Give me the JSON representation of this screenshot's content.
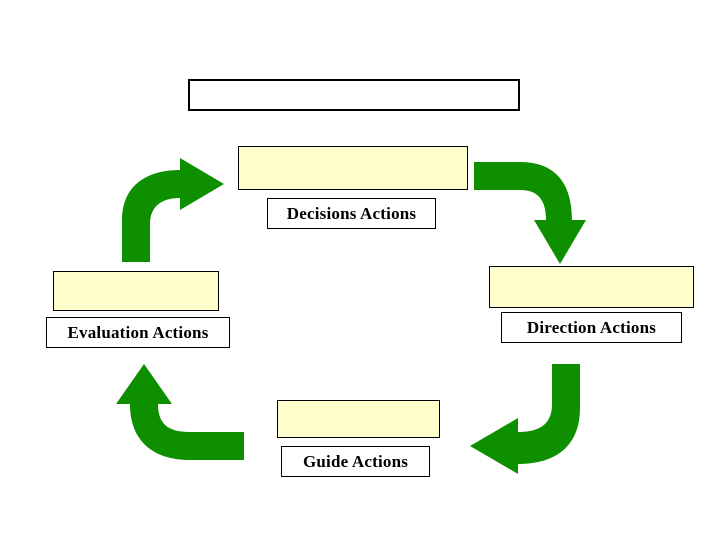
{
  "diagram": {
    "title_box": {
      "text": "",
      "name": "title-box"
    },
    "colors": {
      "arrow_green": "#0e8f00",
      "panel_yellow": "#ffffcc",
      "panel_border": "#000000",
      "label_background": "#ffffff",
      "text": "#000000",
      "canvas_background": "#ffffff"
    },
    "stages": [
      {
        "id": "decisions",
        "label": "Decisions Actions",
        "position": "top"
      },
      {
        "id": "direction",
        "label": "Direction Actions",
        "position": "right"
      },
      {
        "id": "guide",
        "label": "Guide Actions",
        "position": "bottom"
      },
      {
        "id": "evaluation",
        "label": "Evaluation Actions",
        "position": "left"
      }
    ],
    "arrows": [
      {
        "id": "evaluation-to-decisions",
        "icon": "curved-arrow-up-right-icon",
        "direction": "up-then-right",
        "from": "Evaluation Actions",
        "to": "Decisions Actions"
      },
      {
        "id": "decisions-to-direction",
        "icon": "curved-arrow-right-down-icon",
        "direction": "right-then-down",
        "from": "Decisions Actions",
        "to": "Direction Actions"
      },
      {
        "id": "direction-to-guide",
        "icon": "curved-arrow-down-left-icon",
        "direction": "down-then-left",
        "from": "Direction Actions",
        "to": "Guide Actions"
      },
      {
        "id": "guide-to-evaluation",
        "icon": "curved-arrow-left-up-icon",
        "direction": "left-then-up",
        "from": "Guide Actions",
        "to": "Evaluation Actions"
      }
    ]
  }
}
